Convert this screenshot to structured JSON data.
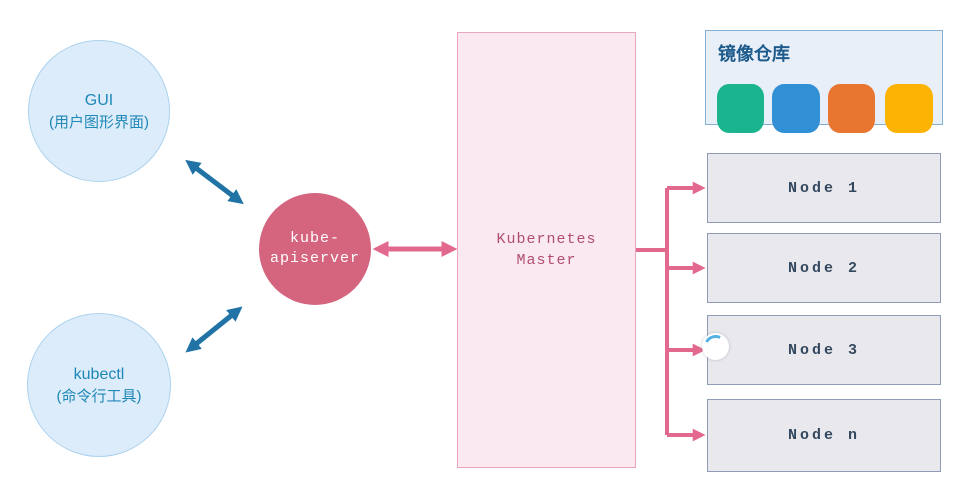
{
  "diagram": {
    "clients": [
      {
        "title": "GUI",
        "subtitle": "(用户图形界面)"
      },
      {
        "title": "kubectl",
        "subtitle": "(命令行工具)"
      }
    ],
    "apiserver": {
      "line1": "kube-",
      "line2": "apiserver"
    },
    "master": {
      "line1": "Kubernetes",
      "line2": "Master"
    },
    "registry": {
      "title": "镜像仓库",
      "cylinders": [
        {
          "name": "registry-image-cylinder-green",
          "color": "#1ab48e"
        },
        {
          "name": "registry-image-cylinder-blue",
          "color": "#318fd6"
        },
        {
          "name": "registry-image-cylinder-orange",
          "color": "#e87530"
        },
        {
          "name": "registry-image-cylinder-yellow",
          "color": "#fcb303"
        }
      ]
    },
    "nodes": [
      {
        "label": "Node 1"
      },
      {
        "label": "Node 2"
      },
      {
        "label": "Node 3"
      },
      {
        "label": "Node n"
      }
    ],
    "colors": {
      "client_fill": "#ddecfa",
      "client_border": "#abd2ee",
      "client_text": "#1e88b6",
      "blue_arrow": "#2173a6",
      "apiserver_fill": "#d5647f",
      "apiserver_text": "#ffffff",
      "pink_arrow": "#e2688e",
      "master_fill": "#fae9f0",
      "master_border": "#e9a6bf",
      "master_text": "#b24e71",
      "registry_fill": "#e9eff9",
      "registry_border": "#85b0d5",
      "registry_title_text": "#1d5b8c",
      "node_fill": "#e9e9ed",
      "node_border": "#8f9cb5",
      "node_text": "#33485f",
      "spinner_arc": "#55b0e4"
    }
  }
}
